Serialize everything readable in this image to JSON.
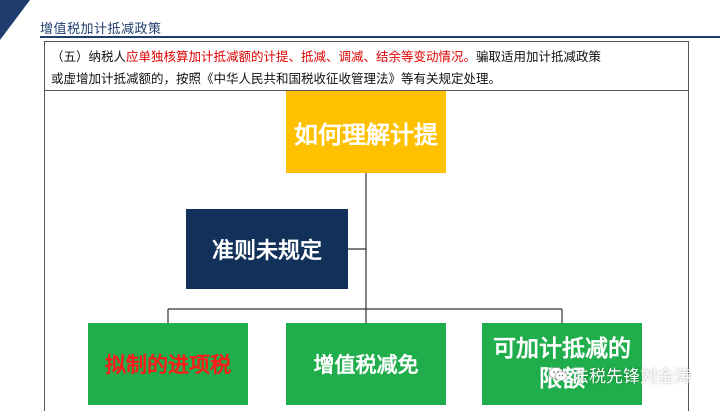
{
  "header": {
    "title": "增值税加计抵减政策"
  },
  "paragraph": {
    "prefix": "（五）纳税人",
    "highlight": "应单独核算加计抵减额的计提、抵减、调减、结余等变动情况。",
    "line1_rest": "骗取适用加计抵减政策",
    "line2": "或虚增加计抵减额的，按照《中华人民共和国税收征收管理法》等有关规定处理。"
  },
  "diagram": {
    "root": "如何理解计提",
    "side": "准则未规定",
    "children": [
      "拟制的进项税",
      "增值税减免",
      "可加计抵减的限额"
    ]
  },
  "watermark": {
    "text": "法税先锋刘金涛",
    "icon": "wechat-icon"
  },
  "colors": {
    "navy": "#11305a",
    "gold": "#ffc000",
    "green": "#1fae4b",
    "red": "#e00000"
  }
}
